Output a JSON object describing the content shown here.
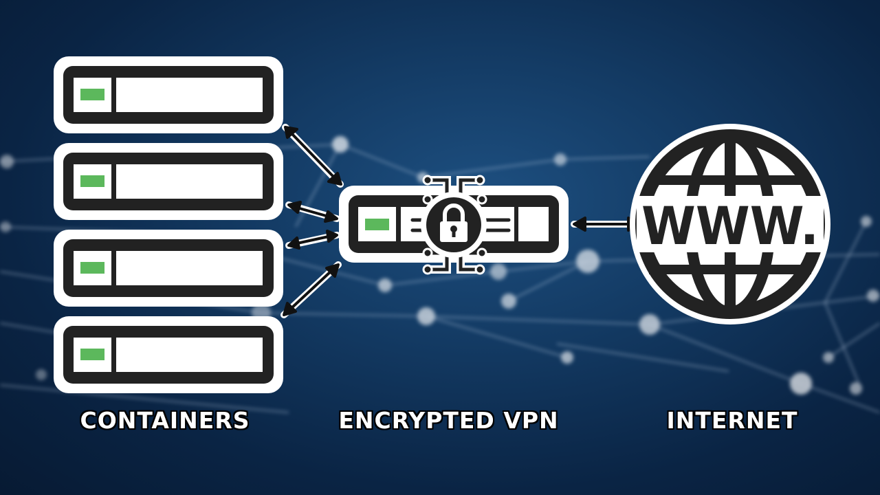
{
  "labels": {
    "containers": "CONTAINERS",
    "vpn": "ENCRYPTED VPN",
    "internet": "INTERNET"
  },
  "globe": {
    "text": "WWW."
  },
  "colors": {
    "indicator": "#5cb85c",
    "outline": "#222222",
    "halo": "#ffffff"
  },
  "icons": [
    "server-icon",
    "lock-icon",
    "globe-icon",
    "double-arrow-icon"
  ]
}
